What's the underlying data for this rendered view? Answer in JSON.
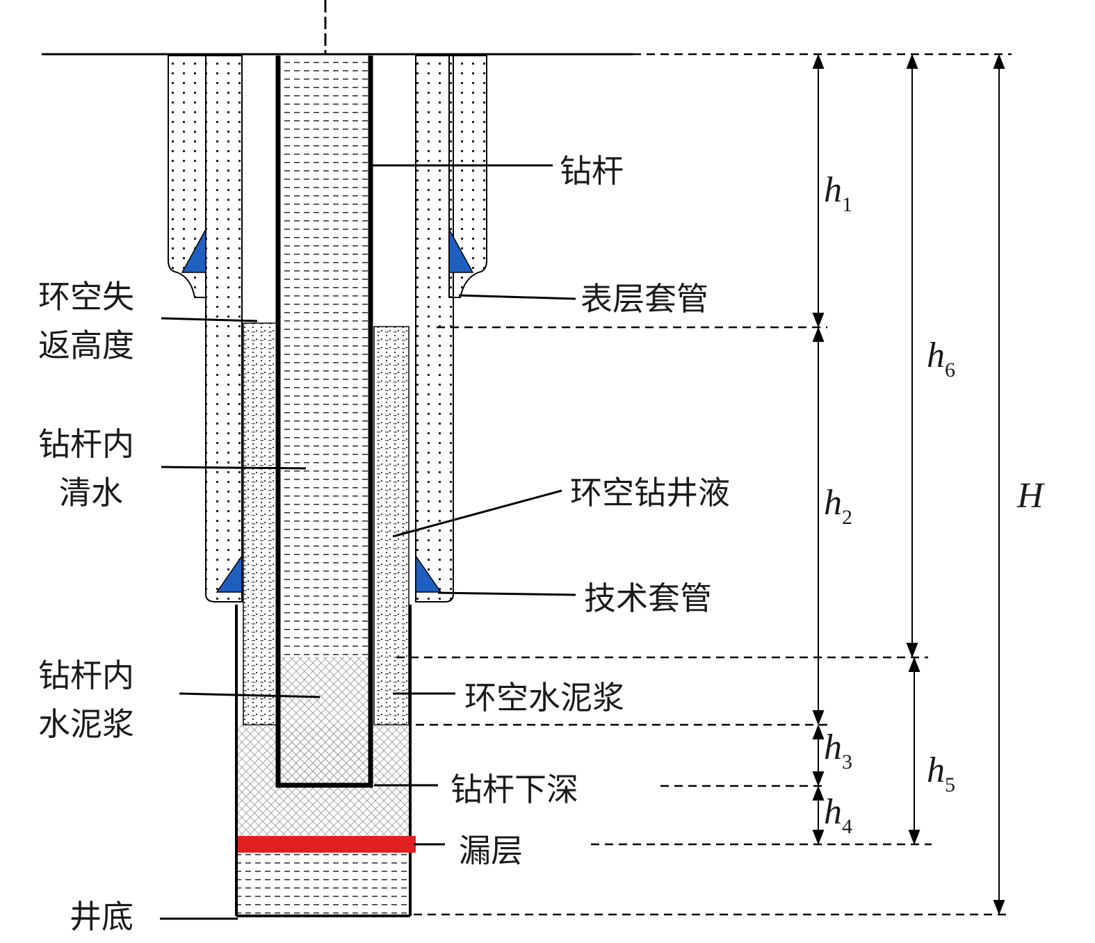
{
  "labels": {
    "drill_pipe": "钻杆",
    "surface_casing": "表层套管",
    "annulus_loss_line1": "环空失",
    "annulus_loss_line2": "返高度",
    "water_in_pipe_line1": "钻杆内",
    "water_in_pipe_line2": "清水",
    "annulus_mud": "环空钻井液",
    "technical_casing": "技术套管",
    "cement_in_pipe_line1": "钻杆内",
    "cement_in_pipe_line2": "水泥浆",
    "annulus_cement": "环空水泥浆",
    "pipe_depth": "钻杆下深",
    "loss_zone": "漏层",
    "well_bottom": "井底"
  },
  "dimensions": {
    "h1": {
      "var": "h",
      "sub": "1"
    },
    "h2": {
      "var": "h",
      "sub": "2"
    },
    "h3": {
      "var": "h",
      "sub": "3"
    },
    "h4": {
      "var": "h",
      "sub": "4"
    },
    "h5": {
      "var": "h",
      "sub": "5"
    },
    "h6": {
      "var": "h",
      "sub": "6"
    },
    "H": {
      "var": "H",
      "sub": ""
    }
  },
  "colors": {
    "wedge": "#1f5fbf",
    "loss_zone": "#e02020",
    "line": "#000000"
  }
}
